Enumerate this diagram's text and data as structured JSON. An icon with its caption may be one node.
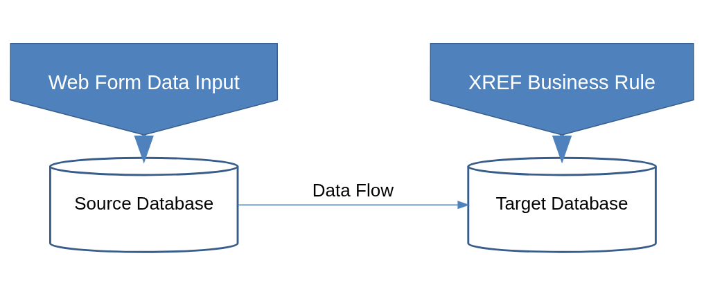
{
  "diagram": {
    "nodes": [
      {
        "text": [
          "Web Form Data Input"
        ]
      },
      {
        "text": [
          "Source Database"
        ]
      },
      {
        "text": [
          "XREF Business Rule"
        ]
      },
      {
        "text": [
          "Target Database"
        ]
      }
    ],
    "edges": [
      {
        "from": 0,
        "to": 1,
        "arrow": "to"
      },
      {
        "from": 2,
        "to": 3,
        "arrow": "to"
      },
      {
        "from": 1,
        "to": 3,
        "arrow": "to",
        "label": "Data Flow"
      }
    ]
  }
}
